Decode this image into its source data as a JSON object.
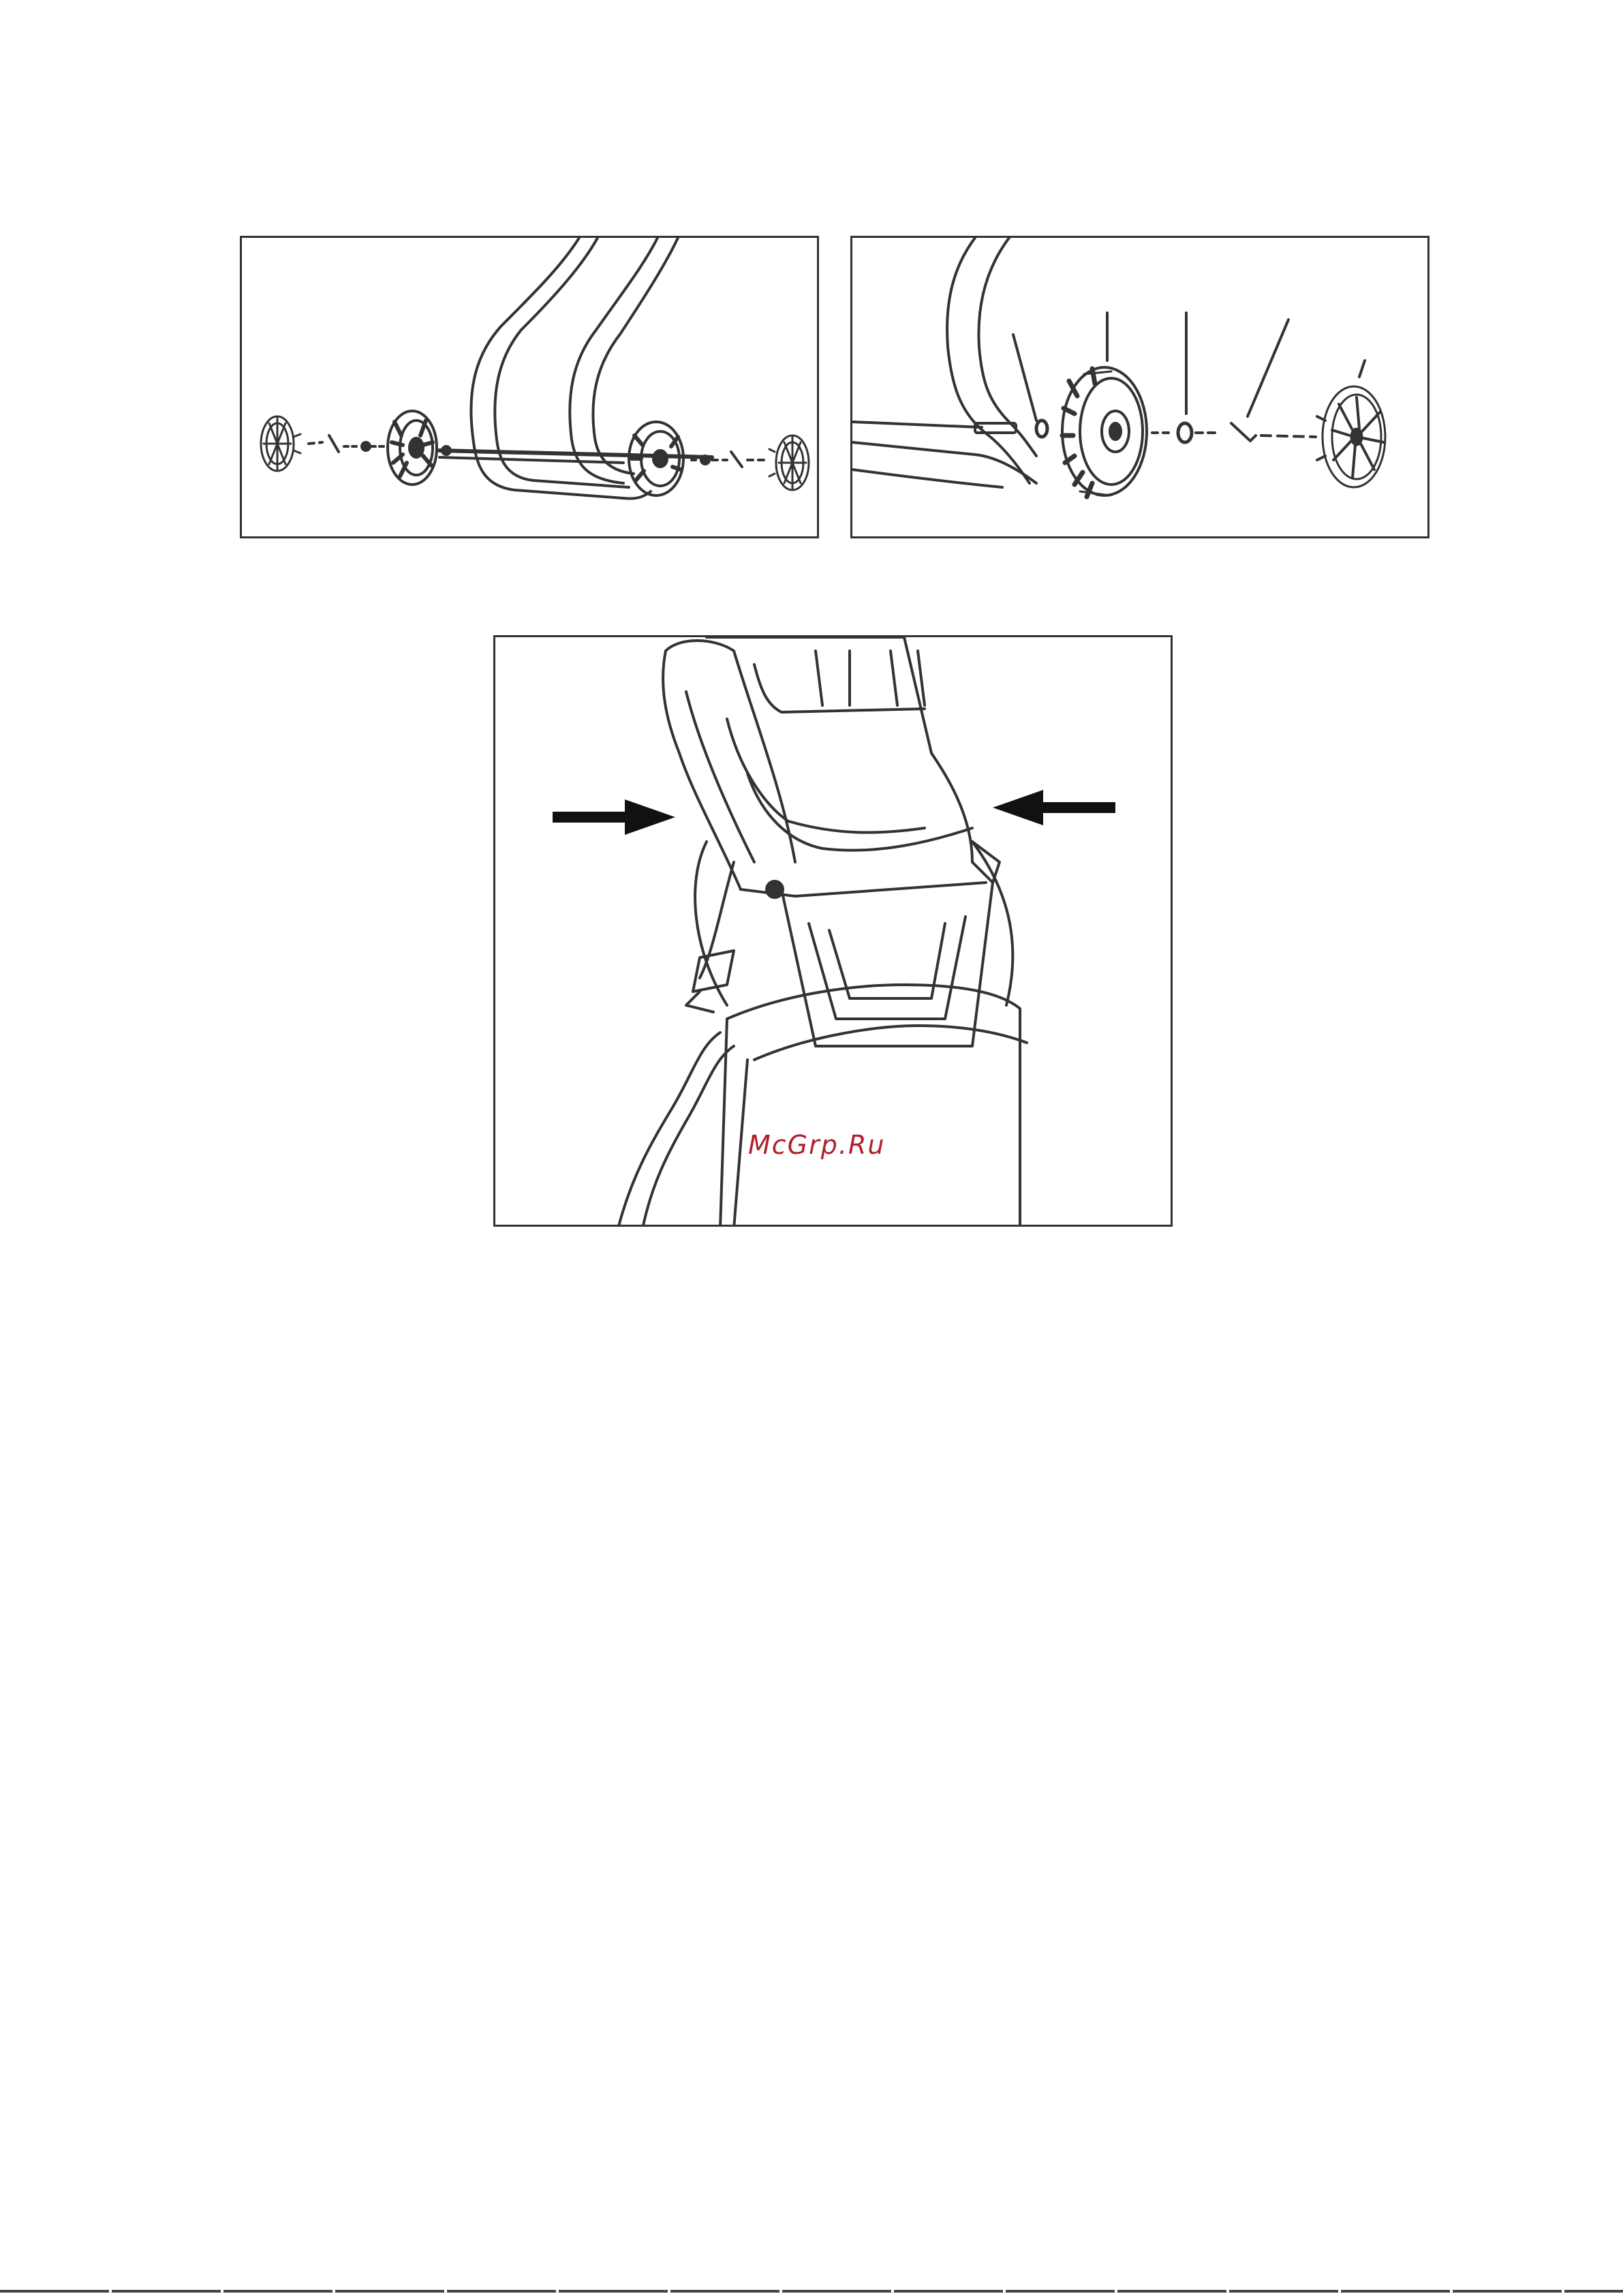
{
  "page": {
    "watermark": "McGrp.Ru",
    "accent_color": "#b0202a",
    "line_color": "#333333"
  },
  "figures": [
    {
      "id": "wheel-assembly-overview",
      "icon": "wheel-exploded-view-icon"
    },
    {
      "id": "wheel-assembly-detail",
      "icon": "wheel-detail-exploded-icon"
    },
    {
      "id": "grass-bag-attachment",
      "icon": "grass-bag-insert-icon"
    }
  ]
}
